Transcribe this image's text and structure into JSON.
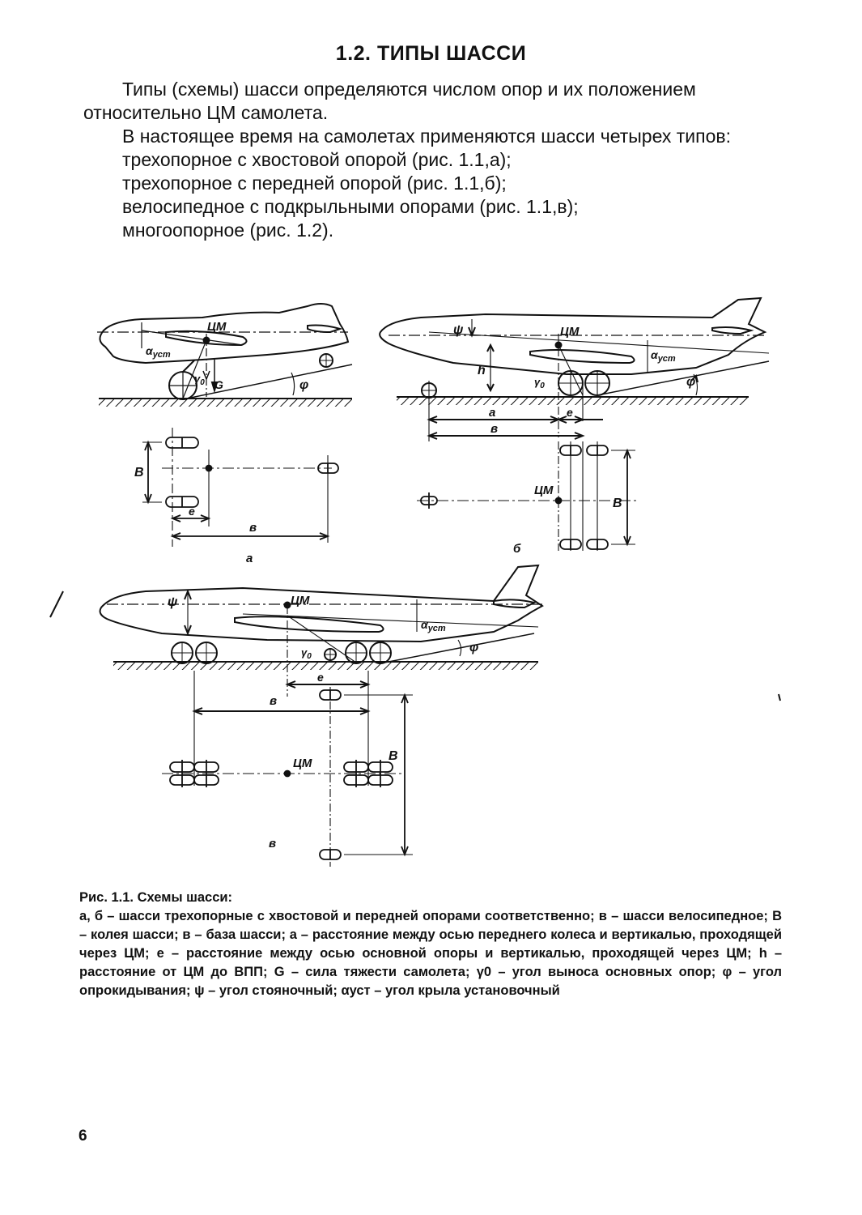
{
  "heading": "1.2. ТИПЫ ШАССИ",
  "paragraphs": {
    "p1": "Типы (схемы) шасси определяются числом опор и их положением относительно ЦМ самолета.",
    "p2": "В настоящее время на самолетах применяются шасси четырех типов:",
    "items": [
      "трехопорное с хвостовой опорой (рис. 1.1,а);",
      "трехопорное с передней опорой (рис. 1.1,б);",
      "велосипедное с подкрыльными опорами (рис. 1.1,в);",
      "многоопорное (рис. 1.2)."
    ]
  },
  "figure": {
    "cm": "ЦМ",
    "alpha": "α",
    "alpha_sub": "уст",
    "psi": "ψ",
    "phi": "φ",
    "gamma": "γ",
    "gamma_sub": "0",
    "g": "G",
    "h": "h",
    "a": "а",
    "e": "е",
    "base": "в",
    "track": "В",
    "sub_a": "а",
    "sub_b": "б",
    "sub_v": "в"
  },
  "caption": {
    "title": "Рис. 1.1. Схемы шасси:",
    "text": "а, б – шасси трехопорные с хвостовой и передней опорами соответственно; в – шасси велосипедное; В – колея шасси; в – база шасси; а – расстояние между осью переднего колеса и вертикалью, проходящей через ЦМ; е – расстояние между осью основной опоры и вертикалью, проходящей через ЦМ; h – расстояние от ЦМ до ВПП; G – сила тяжести самолета; γ0 – угол выноса основных опор; φ – угол опрокидывания; ψ – угол стояночный; αуст – угол крыла установочный"
  },
  "page_number": "6"
}
